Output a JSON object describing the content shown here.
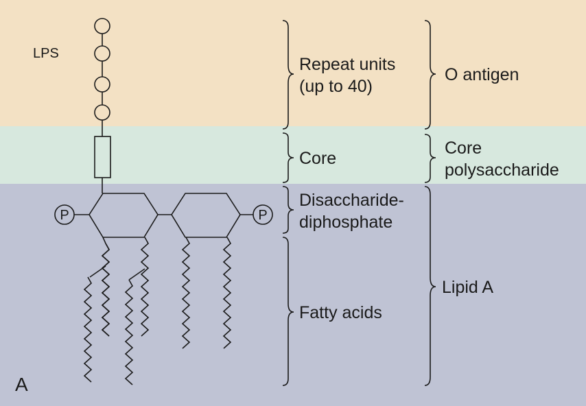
{
  "panel_label": "A",
  "molecule_label": "LPS",
  "phosphate_symbol": "P",
  "colors": {
    "o_antigen_band": "#f3e1c4",
    "core_band": "#d7e8de",
    "lipid_band": "#bfc3d4",
    "ink": "#1a1a1a"
  },
  "regions": {
    "repeat_units": {
      "line1": "Repeat units",
      "line2": "(up to 40)"
    },
    "core": {
      "label": "Core"
    },
    "disaccharide": {
      "line1": "Disaccharide-",
      "line2": "diphosphate"
    },
    "fatty_acids": {
      "label": "Fatty acids"
    }
  },
  "groups": {
    "o_antigen": {
      "label": "O antigen"
    },
    "core_polysaccharide": {
      "line1": "Core",
      "line2": "polysaccharide"
    },
    "lipid_a": {
      "label": "Lipid A"
    }
  }
}
